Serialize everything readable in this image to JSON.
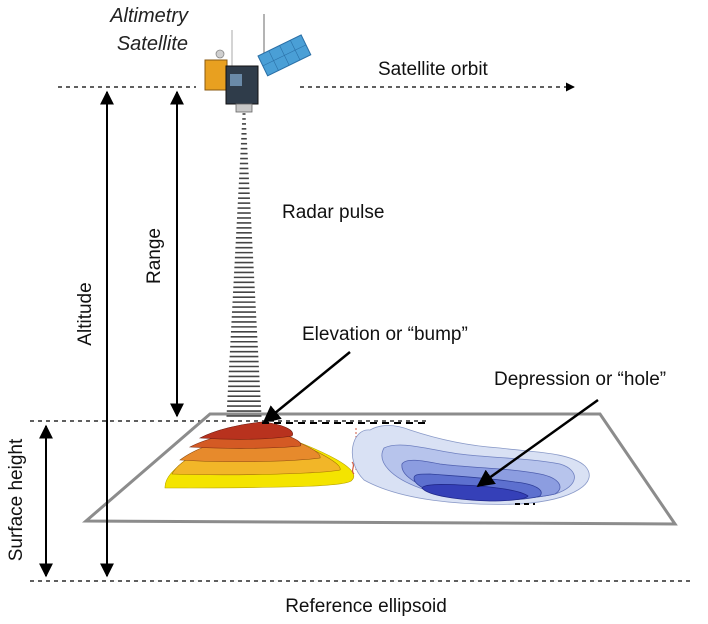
{
  "labels": {
    "satellite_line1": "Altimetry",
    "satellite_line2": "Satellite",
    "satellite_orbit": "Satellite orbit",
    "radar_pulse": "Radar pulse",
    "range": "Range",
    "altitude": "Altitude",
    "elevation": "Elevation or “bump”",
    "depression": "Depression or “hole”",
    "surface_height": "Surface height",
    "reference_ellipsoid": "Reference ellipsoid"
  },
  "colors": {
    "bump_levels": [
      "#f4e400",
      "#f2b628",
      "#e78a2c",
      "#d45a24",
      "#b8321e"
    ],
    "hole_levels": [
      "#d9e1f4",
      "#b7c4ec",
      "#8c9de0",
      "#5d70cf",
      "#3540b8"
    ],
    "plane_outline": "#8c8c8c",
    "solar_panel": "#4a9fd6",
    "satellite_body": "#e8a020"
  },
  "icons": {
    "satellite": "satellite-icon"
  }
}
